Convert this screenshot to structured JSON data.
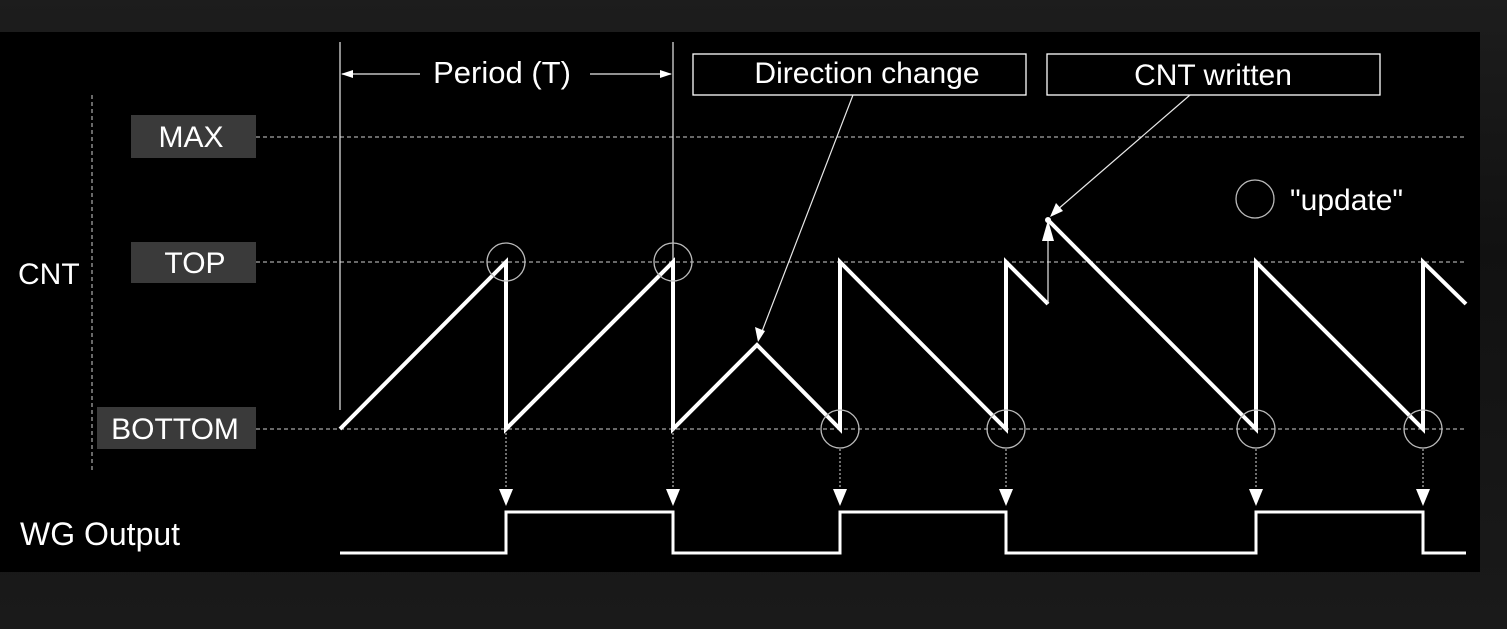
{
  "axis": {
    "cnt": "CNT",
    "max": "MAX",
    "top": "TOP",
    "bottom": "BOTTOM",
    "wg_output": "WG Output"
  },
  "annotations": {
    "period": "Period (T)",
    "direction_change": "Direction change",
    "cnt_written": "CNT written",
    "update_legend": "\"update\""
  },
  "colors": {
    "background": "#000000",
    "line": "#ffffff",
    "label_box": "#3a3a3a"
  }
}
